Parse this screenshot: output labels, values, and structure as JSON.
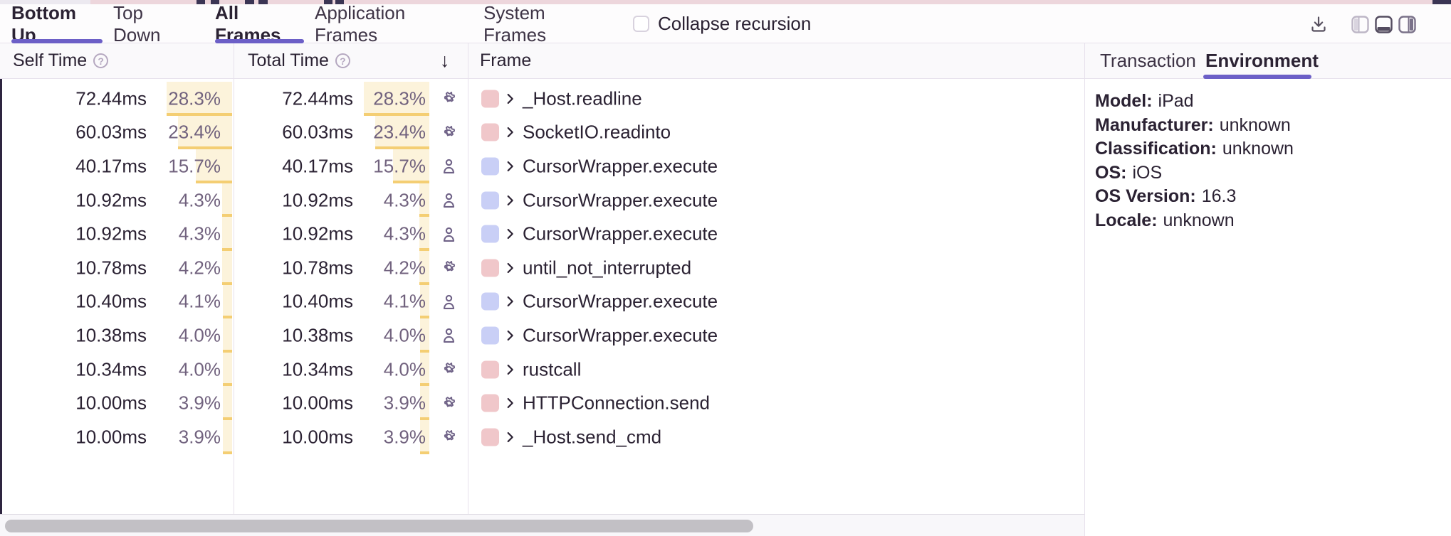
{
  "colors": {
    "accent_purple": "#6C5FC7",
    "text_dark": "#2B2233",
    "percent_muted": "#71627E",
    "bar_fill": "#FCF3DB",
    "bar_edge": "#F4CE73",
    "system_chip": "#F0C7CA",
    "application_chip": "#C9CFF6",
    "icon_gray": "#6F6287"
  },
  "toolbar": {
    "view_tabs": [
      {
        "label": "Bottom Up",
        "active": true
      },
      {
        "label": "Top Down",
        "active": false
      }
    ],
    "frame_filter_tabs": [
      {
        "label": "All Frames",
        "active": true
      },
      {
        "label": "Application Frames",
        "active": false
      },
      {
        "label": "System Frames",
        "active": false
      }
    ],
    "collapse_recursion": {
      "label": "Collapse recursion",
      "checked": false
    },
    "icons": [
      "download-icon",
      "layout-left-panel-icon",
      "layout-bottom-panel-icon",
      "layout-right-panel-icon"
    ]
  },
  "table": {
    "headers": {
      "self_time": "Self Time",
      "total_time": "Total Time",
      "frame": "Frame"
    },
    "sort": {
      "column": "total_time",
      "direction": "descending",
      "icon": "↓"
    },
    "rows": [
      {
        "self_time": "72.44ms",
        "self_pct": "28.3%",
        "total_time": "72.44ms",
        "total_pct": "28.3%",
        "pct": 28.3,
        "frame_type": "system",
        "icon": "gear-icon",
        "name": "_Host.readline"
      },
      {
        "self_time": "60.03ms",
        "self_pct": "23.4%",
        "total_time": "60.03ms",
        "total_pct": "23.4%",
        "pct": 23.4,
        "frame_type": "system",
        "icon": "gear-icon",
        "name": "SocketIO.readinto"
      },
      {
        "self_time": "40.17ms",
        "self_pct": "15.7%",
        "total_time": "40.17ms",
        "total_pct": "15.7%",
        "pct": 15.7,
        "frame_type": "application",
        "icon": "user-icon",
        "name": "CursorWrapper.execute"
      },
      {
        "self_time": "10.92ms",
        "self_pct": "4.3%",
        "total_time": "10.92ms",
        "total_pct": "4.3%",
        "pct": 4.3,
        "frame_type": "application",
        "icon": "user-icon",
        "name": "CursorWrapper.execute"
      },
      {
        "self_time": "10.92ms",
        "self_pct": "4.3%",
        "total_time": "10.92ms",
        "total_pct": "4.3%",
        "pct": 4.3,
        "frame_type": "application",
        "icon": "user-icon",
        "name": "CursorWrapper.execute"
      },
      {
        "self_time": "10.78ms",
        "self_pct": "4.2%",
        "total_time": "10.78ms",
        "total_pct": "4.2%",
        "pct": 4.2,
        "frame_type": "system",
        "icon": "gear-icon",
        "name": "until_not_interrupted"
      },
      {
        "self_time": "10.40ms",
        "self_pct": "4.1%",
        "total_time": "10.40ms",
        "total_pct": "4.1%",
        "pct": 4.1,
        "frame_type": "application",
        "icon": "user-icon",
        "name": "CursorWrapper.execute"
      },
      {
        "self_time": "10.38ms",
        "self_pct": "4.0%",
        "total_time": "10.38ms",
        "total_pct": "4.0%",
        "pct": 4.0,
        "frame_type": "application",
        "icon": "user-icon",
        "name": "CursorWrapper.execute"
      },
      {
        "self_time": "10.34ms",
        "self_pct": "4.0%",
        "total_time": "10.34ms",
        "total_pct": "4.0%",
        "pct": 4.0,
        "frame_type": "system",
        "icon": "gear-icon",
        "name": "rustcall"
      },
      {
        "self_time": "10.00ms",
        "self_pct": "3.9%",
        "total_time": "10.00ms",
        "total_pct": "3.9%",
        "pct": 3.9,
        "frame_type": "system",
        "icon": "gear-icon",
        "name": "HTTPConnection.send"
      },
      {
        "self_time": "10.00ms",
        "self_pct": "3.9%",
        "total_time": "10.00ms",
        "total_pct": "3.9%",
        "pct": 3.9,
        "frame_type": "system",
        "icon": "gear-icon",
        "name": "_Host.send_cmd"
      }
    ]
  },
  "details_panel": {
    "tabs": [
      {
        "label": "Transaction",
        "active": false
      },
      {
        "label": "Environment",
        "active": true
      }
    ],
    "fields": [
      {
        "label": "Model:",
        "value": "iPad"
      },
      {
        "label": "Manufacturer:",
        "value": "unknown"
      },
      {
        "label": "Classification:",
        "value": "unknown"
      },
      {
        "label": "OS:",
        "value": "iOS"
      },
      {
        "label": "OS Version:",
        "value": "16.3"
      },
      {
        "label": "Locale:",
        "value": "unknown"
      }
    ]
  }
}
